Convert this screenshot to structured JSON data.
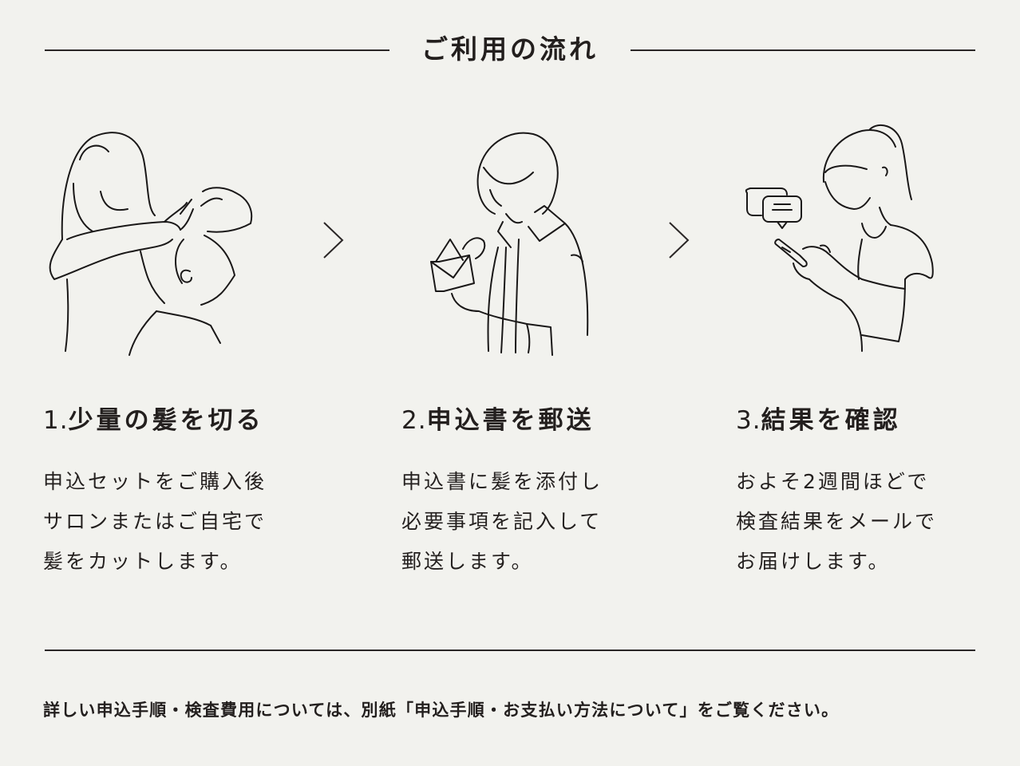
{
  "header": {
    "title": "ご利用の流れ"
  },
  "steps": [
    {
      "number": "1.",
      "title": "少量の髪を切る",
      "illustration": "stylist-cutting-hair",
      "description": [
        "申込セットをご購入後",
        "サロンまたはご自宅で",
        "髪をカットします。"
      ]
    },
    {
      "number": "2.",
      "title": "申込書を郵送",
      "illustration": "person-with-envelope",
      "description": [
        "申込書に髪を添付し",
        "必要事項を記入して",
        "郵送します。"
      ]
    },
    {
      "number": "3.",
      "title": "結果を確認",
      "illustration": "person-checking-phone",
      "description": [
        "およそ2週間ほどで",
        "検査結果をメールで",
        "お届けします。"
      ]
    }
  ],
  "arrows": [
    "chevron-right-icon",
    "chevron-right-icon"
  ],
  "footer": {
    "note": "詳しい申込手順・検査費用については、別紙「申込手順・お支払い方法について」をご覧ください。"
  },
  "colors": {
    "background": "#f2f2ee",
    "text": "#231f1e",
    "line": "#2a2626"
  }
}
